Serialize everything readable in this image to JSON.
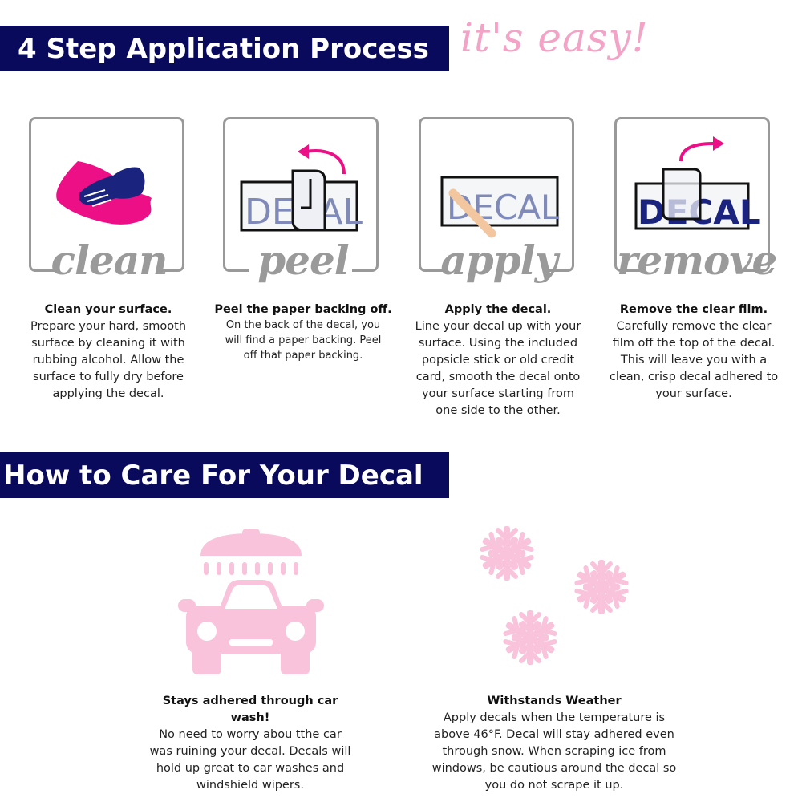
{
  "header": {
    "title": "4 Step Application Process",
    "tagline": "it's easy!"
  },
  "steps": [
    {
      "word": "clean",
      "heading": "Clean your surface.",
      "body": "Prepare your hard, smooth surface by cleaning it with rubbing alcohol. Allow the surface to fully dry before applying the decal.",
      "icon": "hand-cloth-icon"
    },
    {
      "word": "peel",
      "heading": "Peel the paper backing off.",
      "body": "On the back of the decal, you will find a paper backing. Peel off that paper backing.",
      "icon": "peel-decal-icon"
    },
    {
      "word": "apply",
      "heading": "Apply the decal.",
      "body": "Line your decal up with your surface. Using the included popsicle stick or old credit card, smooth the decal onto your surface starting from one side to the other.",
      "icon": "apply-decal-icon"
    },
    {
      "word": "remove",
      "heading": "Remove the clear film.",
      "body": "Carefully remove the clear film off the top of the decal. This will leave you with a clean, crisp decal adhered to your surface.",
      "icon": "remove-film-icon"
    }
  ],
  "decal_word": "DECAL",
  "care": {
    "title": "How to Care For Your Decal",
    "items": [
      {
        "heading": "Stays adhered through car wash!",
        "body": "No need to worry abou tthe car was ruining your decal.  Decals will hold up great to car washes and windshield wipers.",
        "icon": "car-wash-icon"
      },
      {
        "heading": "Withstands Weather",
        "body": "Apply decals when the temperature is above 46°F.  Decal will stay adhered even through snow.  When scraping ice from windows, be cautious around the decal so you do not scrape it up.",
        "icon": "snowflake-icon"
      }
    ]
  },
  "colors": {
    "navy": "#0a0a5c",
    "pink": "#f3a3c6",
    "magenta": "#ec0f86",
    "gray": "#999999",
    "decal_blue": "#7f8ab8"
  }
}
